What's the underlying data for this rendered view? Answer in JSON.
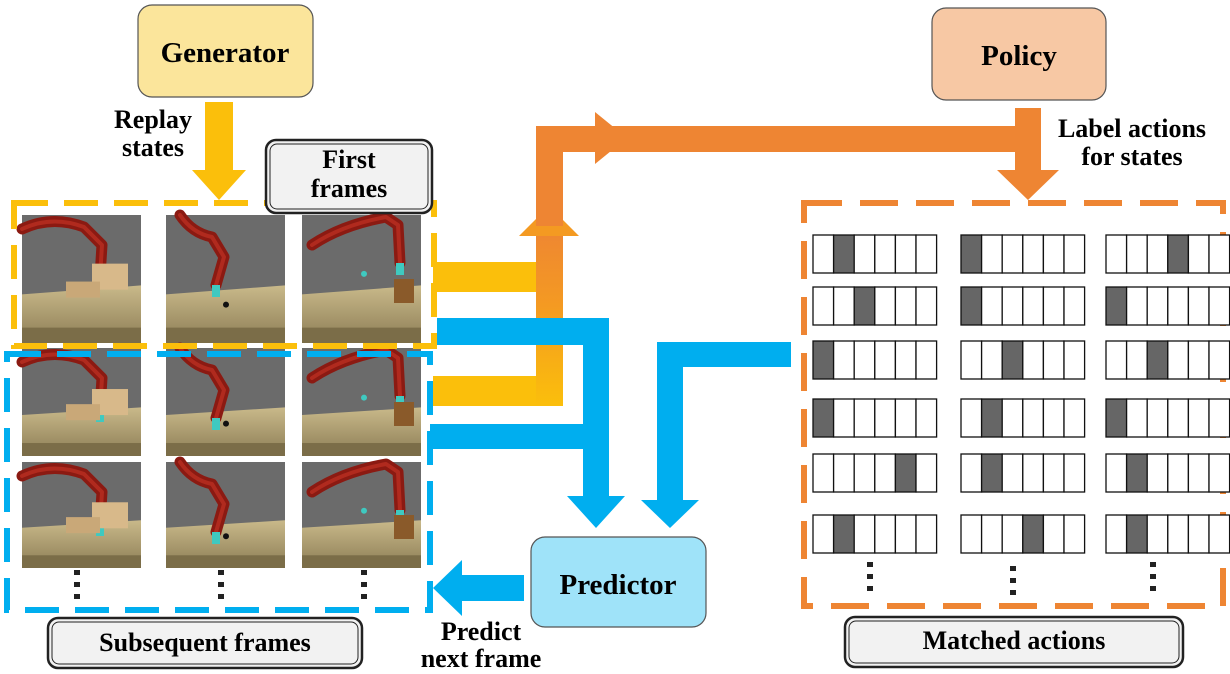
{
  "nodes": {
    "generator": "Generator",
    "policy": "Policy",
    "predictor": "Predictor"
  },
  "labels": {
    "first_frames": [
      "First",
      "frames"
    ],
    "subsequent_frames": "Subsequent frames",
    "matched_actions": "Matched actions",
    "replay_states": [
      "Replay",
      "states"
    ],
    "label_actions": [
      "Label actions",
      "for states"
    ],
    "predict_next_frame": [
      "Predict",
      "next frame"
    ]
  },
  "colors": {
    "generator_fill": "#fbe59b",
    "policy_fill": "#f7c8a4",
    "predictor_fill": "#9fe3f9",
    "yellow_arrow": "#fbbf0b",
    "orange_arrow": "#ee8533",
    "blue_arrow": "#00aeef",
    "action_cell_filled": "#666666"
  },
  "frames": {
    "columns": [
      "scene-a",
      "scene-b",
      "scene-c"
    ],
    "rows": 3
  },
  "actions": {
    "num_cells": 6,
    "columns": [
      [
        1,
        2,
        0,
        0,
        4,
        1
      ],
      [
        0,
        0,
        2,
        1,
        1,
        3
      ],
      [
        3,
        0,
        2,
        0,
        1,
        1
      ]
    ]
  }
}
